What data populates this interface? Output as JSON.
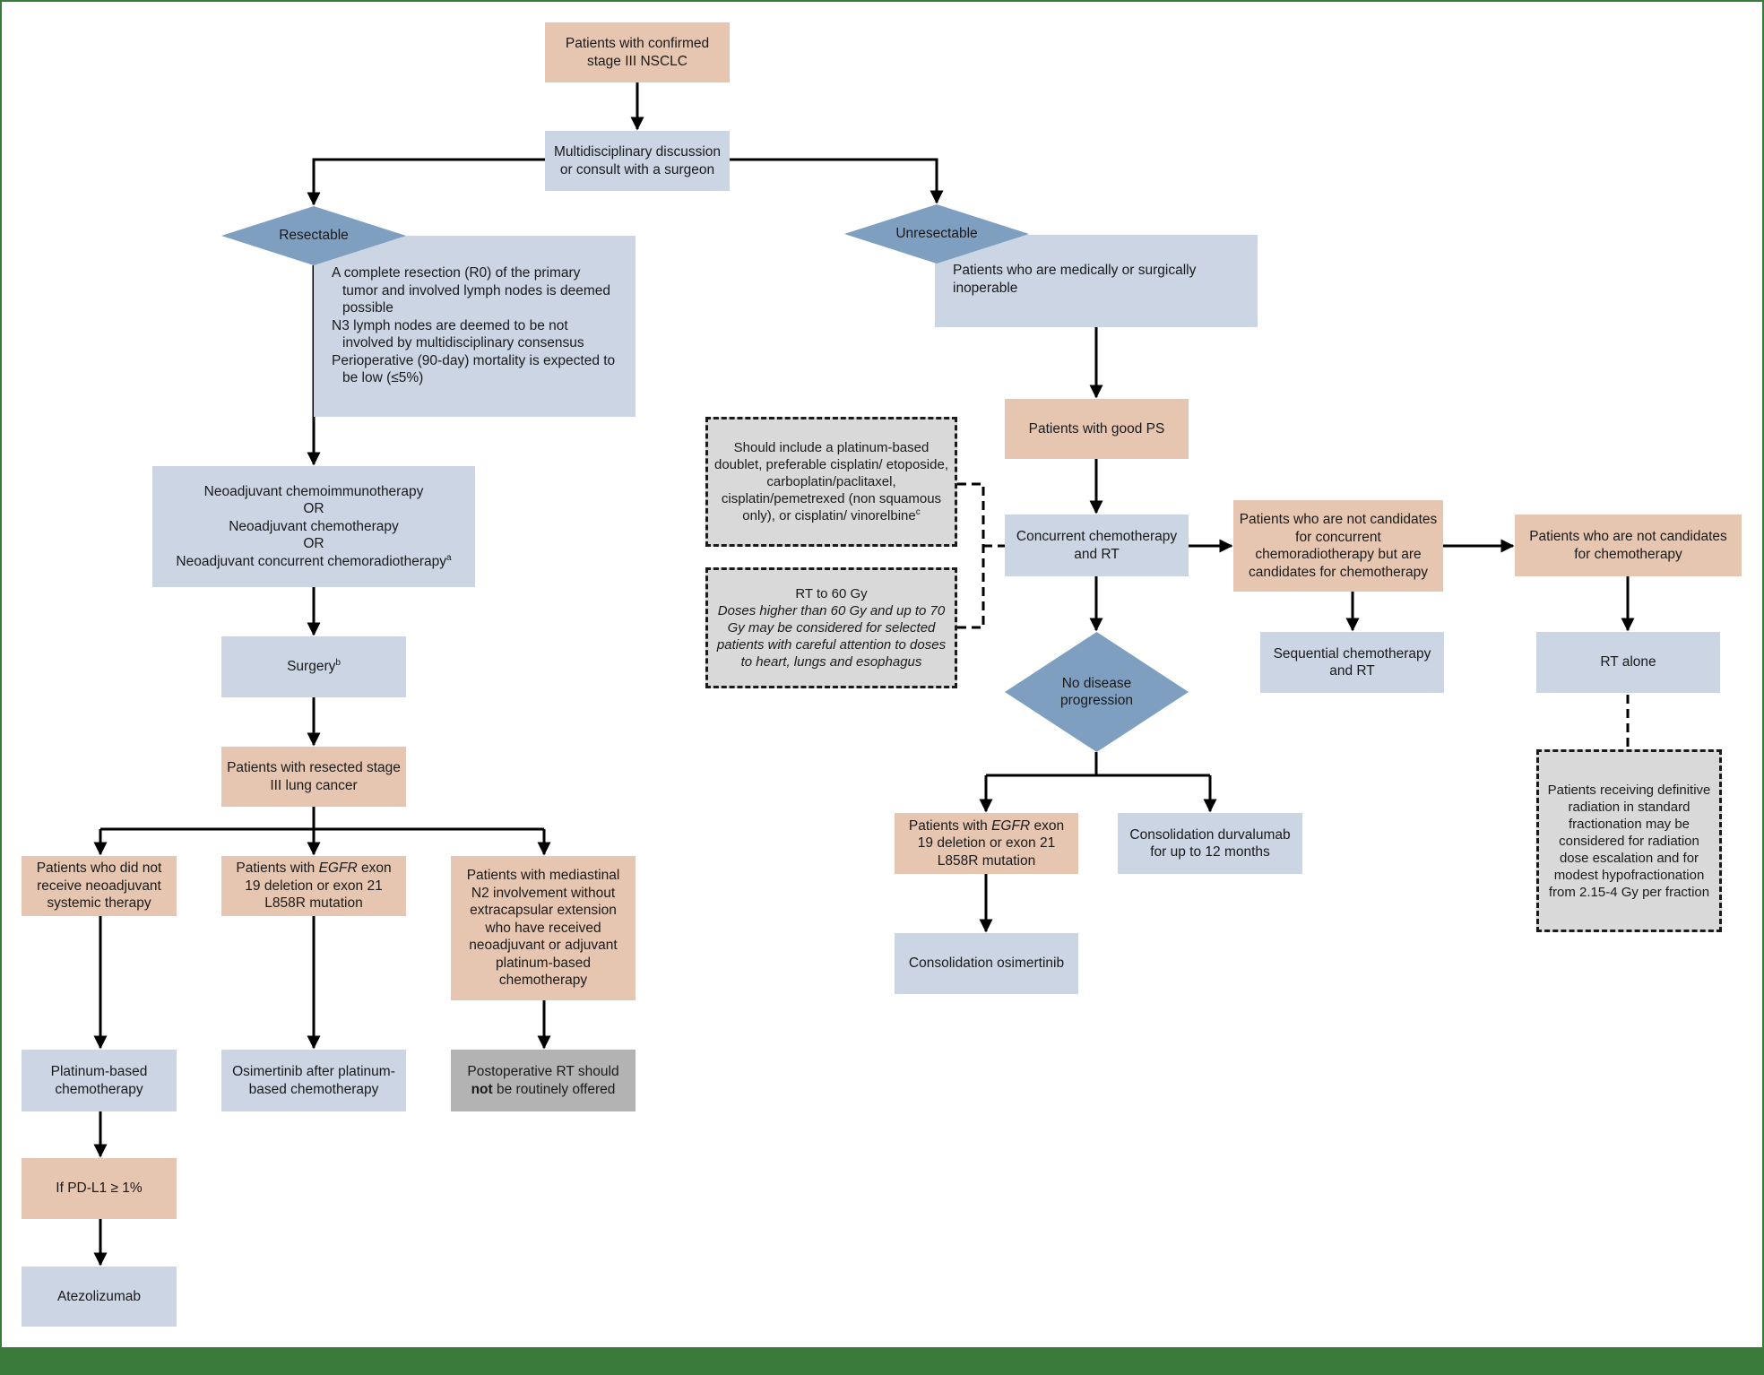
{
  "nodes": {
    "confirmed": "Patients with confirmed stage III NSCLC",
    "multidisciplinary": "Multidisciplinary discussion or consult with a surgeon",
    "resectable": "Resectable",
    "unresectable": "Unresectable",
    "resectable_criteria": [
      "A complete resection (R0) of the primary tumor and involved lymph nodes is deemed possible",
      "N3 lymph nodes are deemed to be not involved by multidisciplinary consensus",
      "Perioperative (90-day) mortality is expected to be low (≤5%)"
    ],
    "inoperable": "Patients who are medically or surgically inoperable",
    "neoadjuvant_1": "Neoadjuvant chemoimmunotherapy",
    "or_1": "OR",
    "neoadjuvant_2": "Neoadjuvant chemotherapy",
    "or_2": "OR",
    "neoadjuvant_3": "Neoadjuvant concurrent chemoradiotherapy",
    "neoadjuvant_3_sup": "a",
    "surgery": "Surgery",
    "surgery_sup": "b",
    "resected": "Patients with resected stage III lung cancer",
    "no_neoadjuvant": "Patients who did not receive neoadjuvant systemic therapy",
    "egfr_left_pre": "Patients with ",
    "egfr_left_gene": "EGFR",
    "egfr_left_post": " exon 19 deletion or exon 21 L858R mutation",
    "mediastinal": "Patients with mediastinal N2 involvement without extracapsular extension who have received neoadjuvant or adjuvant platinum-based chemotherapy",
    "platinum_chemo": "Platinum-based chemotherapy",
    "osimertinib_after": "Osimertinib after platinum-based chemotherapy",
    "postop_rt_pre": "Postoperative RT should ",
    "postop_rt_bold": "not",
    "postop_rt_post": " be routinely offered",
    "pdl1": "If PD-L1 ≥ 1%",
    "atezolizumab": "Atezolizumab",
    "good_ps": "Patients with good PS",
    "concurrent": "Concurrent chemotherapy and RT",
    "not_candidates_concurrent": "Patients who are not candidates for concurrent chemoradiotherapy but are candidates for chemotherapy",
    "not_candidates_chemo": "Patients who are not candidates for chemotherapy",
    "sequential": "Sequential chemotherapy and RT",
    "rt_alone": "RT alone",
    "no_progression": "No disease progression",
    "egfr_right_pre": "Patients with ",
    "egfr_right_gene": "EGFR",
    "egfr_right_post": " exon 19 deletion or exon 21 L858R mutation",
    "durvalumab": "Consolidation durvalumab for up to 12 months",
    "consolidation_osimertinib": "Consolidation osimertinib",
    "platinum_note": "Should include a platinum-based doublet, preferable cisplatin/ etoposide, carboplatin/paclitaxel, cisplatin/pemetrexed (non squamous only), or cisplatin/ vinorelbine",
    "platinum_note_sup": "c",
    "rt_note_title": "RT to 60 Gy",
    "rt_note_body": "Doses higher than 60 Gy and up to 70 Gy may be considered for selected patients with careful attention to doses to heart, lungs and esophagus",
    "radiation_note": "Patients receiving definitive radiation in standard fractionation may be considered for radiation dose escalation and for modest hypofractionation from 2.15-4 Gy per fraction"
  },
  "colors": {
    "tan": "#e6c6b0",
    "blue": "#cbd5e3",
    "diamond": "#7f9fc1",
    "grey": "#b3b3b3",
    "note": "#d9d9d9",
    "frame": "#3a7a3a"
  }
}
